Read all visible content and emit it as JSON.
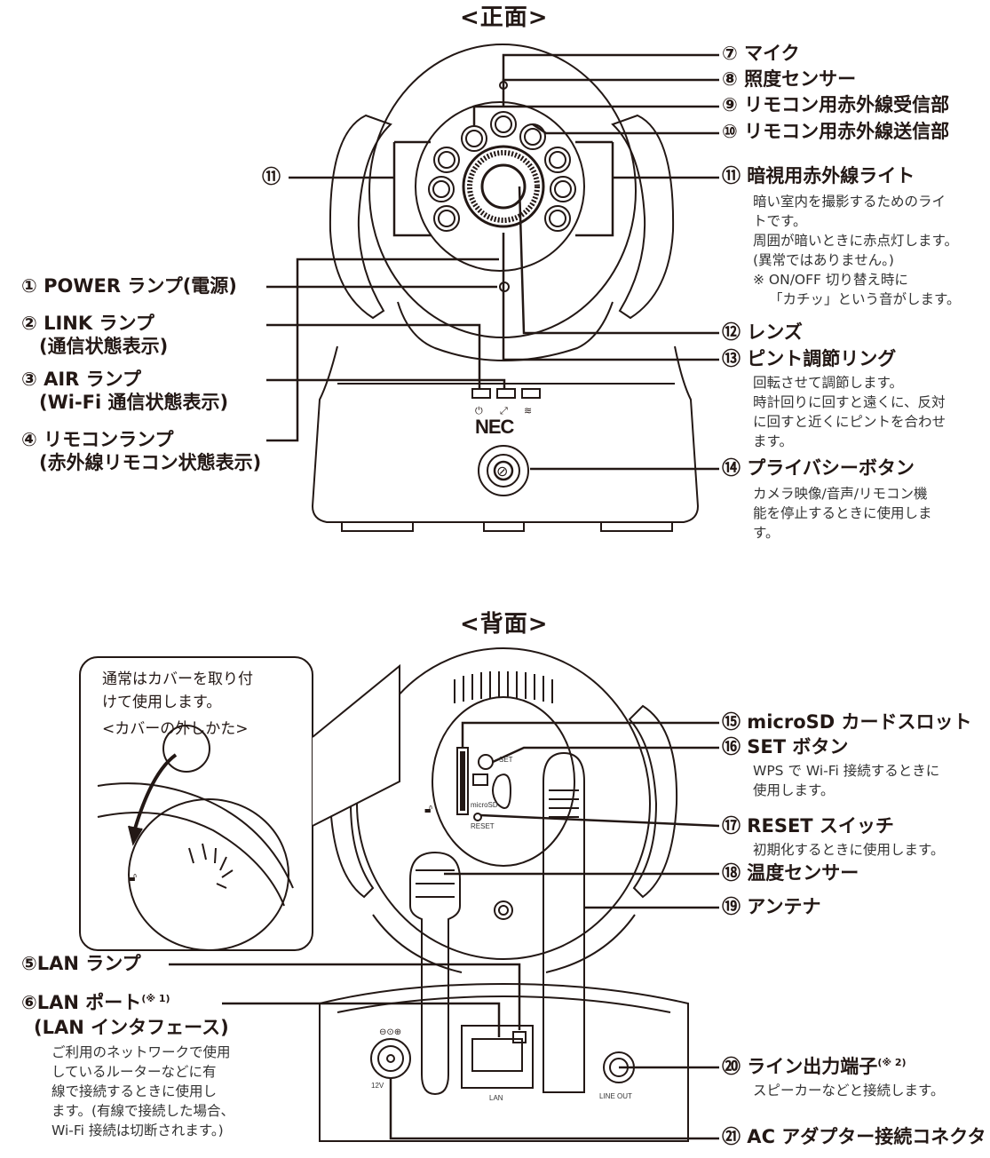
{
  "front": {
    "title": "<正面>",
    "brand": "NEC",
    "labels": {
      "l7": "⑦ マイク",
      "l8": "⑧ 照度センサー",
      "l9": "⑨ リモコン用赤外線受信部",
      "l10": "⑩ リモコン用赤外線送信部",
      "l11_left": "⑪",
      "l11": "⑪ 暗視用赤外線ライト",
      "l11_desc": [
        "暗い室内を撮影するためのライ",
        "トです。",
        "周囲が暗いときに赤点灯します。",
        "(異常ではありません。)",
        "※ ON/OFF 切り替え時に",
        "「カチッ」という音がします。"
      ],
      "l12": "⑫ レンズ",
      "l13": "⑬ ピント調節リング",
      "l13_desc": [
        "回転させて調節します。",
        "時計回りに回すと遠くに、反対",
        "に回すと近くにピントを合わせ",
        "ます。"
      ],
      "l14": "⑭ プライバシーボタン",
      "l14_desc": [
        "カメラ映像/音声/リモコン機",
        "能を停止するときに使用しま",
        "す。"
      ],
      "l1": "① POWER ランプ(電源)",
      "l2": "② LINK ランプ",
      "l2_sub": "(通信状態表示)",
      "l3": "③ AIR ランプ",
      "l3_sub": "(Wi-Fi 通信状態表示)",
      "l4": "④ リモコンランプ",
      "l4_sub": "(赤外線リモコン状態表示)"
    }
  },
  "back": {
    "title": "<背面>",
    "callout": [
      "通常はカバーを取り付",
      "けて使用します。",
      "<カバーの外しかた>"
    ],
    "labels": {
      "l15": "⑮ microSD カードスロット",
      "l16": "⑯ SET ボタン",
      "l16_desc": [
        "WPS で Wi-Fi 接続するときに",
        "使用します。"
      ],
      "l17": "⑰ RESET スイッチ",
      "l17_desc": "初期化するときに使用します。",
      "l18": "⑱ 温度センサー",
      "l19": "⑲ アンテナ",
      "l5": "⑤LAN ランプ",
      "l6": "⑥LAN ポート",
      "l6_note": "(※ 1)",
      "l6_sub": "(LAN インタフェース)",
      "l6_desc": [
        "ご利用のネットワークで使用",
        "しているルーターなどに有",
        "線で接続するときに使用し",
        "ます。(有線で接続した場合、",
        "Wi-Fi 接続は切断されます。)"
      ],
      "l20": "⑳ ライン出力端子",
      "l20_note": "(※ 2)",
      "l20_desc": "スピーカーなどと接続します。",
      "l21": "㉑ AC アダプター接続コネクタ"
    },
    "device_text": {
      "set": "SET",
      "microsd": "microSD",
      "reset": "RESET",
      "lan": "LAN",
      "lineout": "LINE OUT",
      "power_spec": "12V"
    }
  }
}
